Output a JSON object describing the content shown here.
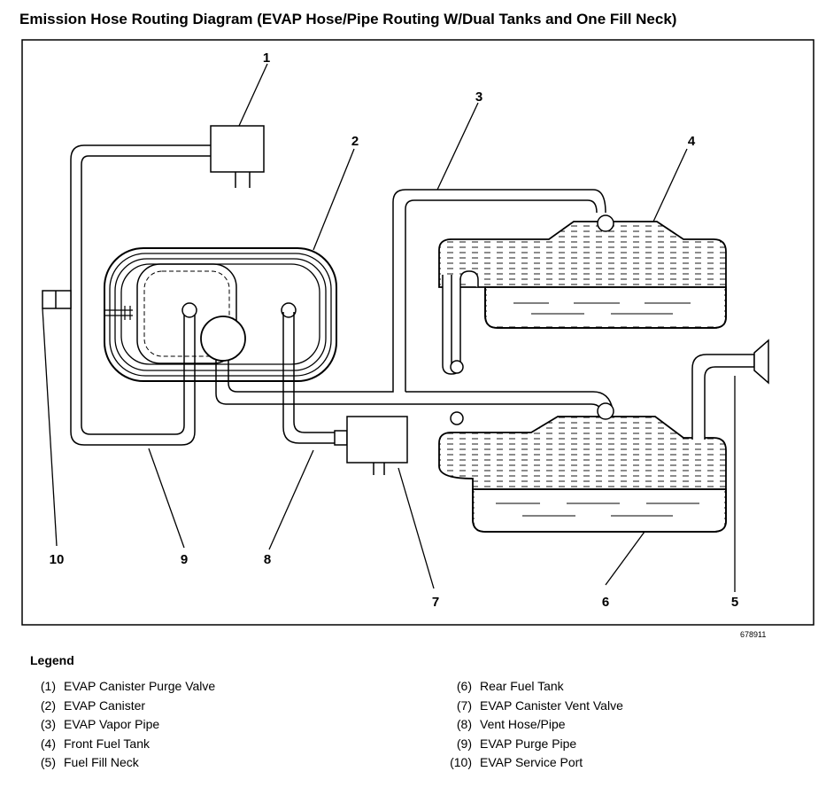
{
  "title": "Emission Hose Routing Diagram (EVAP Hose/Pipe Routing W/Dual Tanks and One Fill Neck)",
  "figure_id": "678911",
  "callouts": [
    "1",
    "2",
    "3",
    "4",
    "5",
    "6",
    "7",
    "8",
    "9",
    "10"
  ],
  "legend": {
    "heading": "Legend",
    "items": [
      {
        "num": "(1)",
        "label": "EVAP Canister Purge Valve"
      },
      {
        "num": "(2)",
        "label": "EVAP Canister"
      },
      {
        "num": "(3)",
        "label": "EVAP Vapor Pipe"
      },
      {
        "num": "(4)",
        "label": "Front Fuel Tank"
      },
      {
        "num": "(5)",
        "label": "Fuel Fill Neck"
      },
      {
        "num": "(6)",
        "label": "Rear Fuel Tank"
      },
      {
        "num": "(7)",
        "label": "EVAP Canister Vent Valve"
      },
      {
        "num": "(8)",
        "label": "Vent Hose/Pipe"
      },
      {
        "num": "(9)",
        "label": "EVAP Purge Pipe"
      },
      {
        "num": "(10)",
        "label": "EVAP Service Port"
      }
    ]
  }
}
